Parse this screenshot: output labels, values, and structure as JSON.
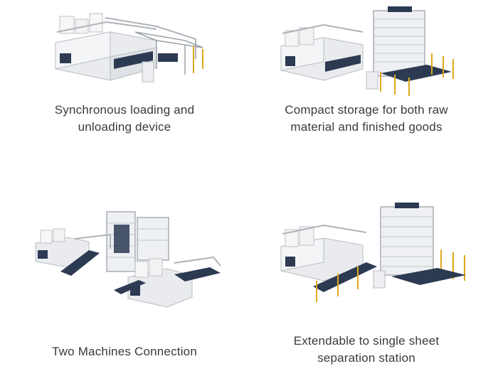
{
  "features": [
    {
      "lines": [
        "Synchronous loading and",
        "unloading device"
      ],
      "illustration": "synchronous-loading-machine"
    },
    {
      "lines": [
        "Compact storage for both raw",
        "material and finished goods"
      ],
      "illustration": "storage-tower-machine"
    },
    {
      "lines": [
        "Two Machines Connection"
      ],
      "illustration": "two-machines-connection"
    },
    {
      "lines": [
        "Extendable to single sheet",
        "separation station"
      ],
      "illustration": "single-sheet-separation-machine"
    }
  ],
  "colors": {
    "frame": "#c9cdd2",
    "body": "#e7e9ec",
    "dark": "#2c3a52",
    "accent": "#e0a91e",
    "shadow": "#d6d8db"
  }
}
